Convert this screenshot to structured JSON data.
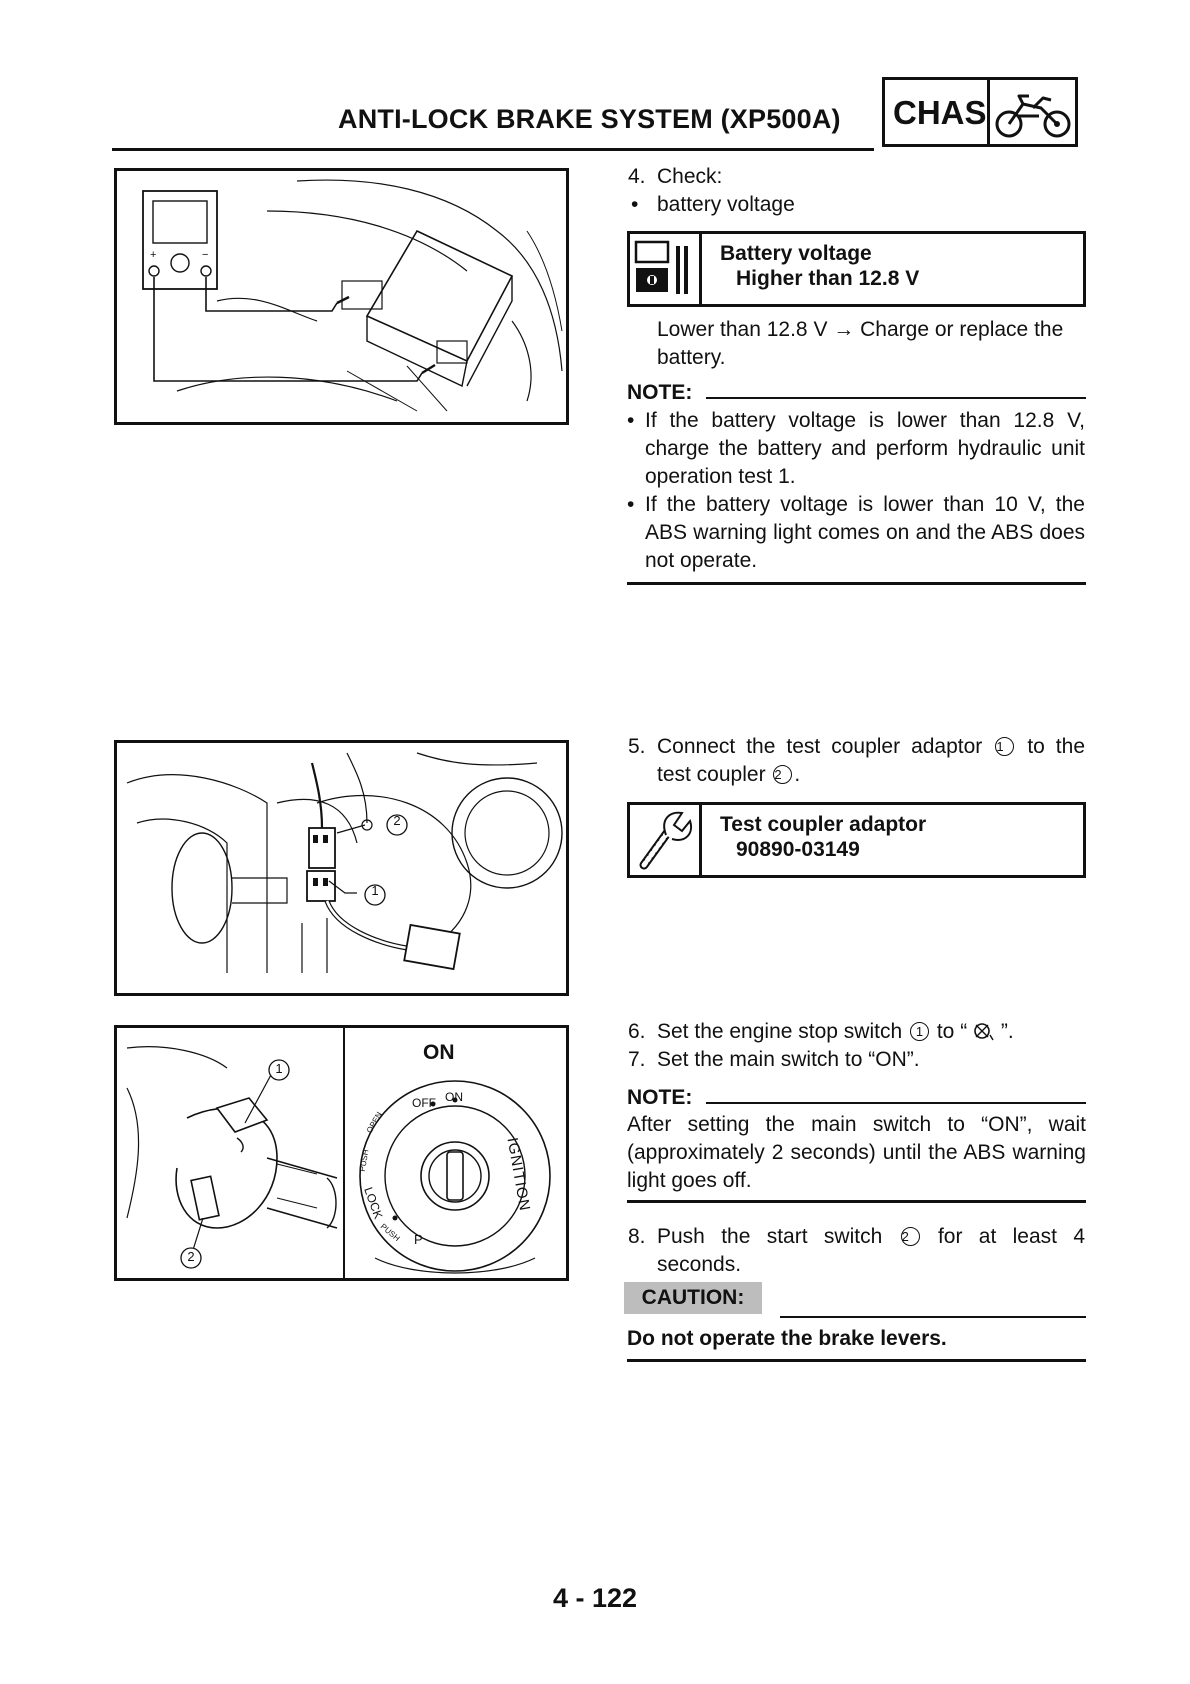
{
  "header": {
    "title": "ANTI-LOCK BRAKE SYSTEM (XP500A)",
    "section": "CHAS",
    "section_icon": "motorcycle-icon"
  },
  "step4": {
    "number": "4.",
    "label": "Check:",
    "bullet": "battery voltage",
    "spec_title": "Battery voltage",
    "spec_value": "Higher than 12.8 V",
    "spec_icon": "multimeter-icon",
    "result_a": "Lower than 12.8 V",
    "result_arrow": "→",
    "result_b": "Charge or replace the battery."
  },
  "note1": {
    "label": "NOTE:",
    "items": [
      "If the battery voltage is lower than 12.8 V, charge the battery and perform hydraulic unit operation test 1.",
      "If the battery voltage is lower than 10 V, the ABS warning light comes on and the ABS does not operate."
    ]
  },
  "step5": {
    "number": "5.",
    "text_a": "Connect the test coupler adaptor",
    "ref1": "1",
    "text_b": "to the test coupler",
    "ref2": "2",
    "text_c": ".",
    "spec_title": "Test coupler adaptor",
    "spec_value": "90890-03149",
    "spec_icon": "special-tool-icon"
  },
  "step6": {
    "number": "6.",
    "text_a": "Set the engine stop switch",
    "ref": "1",
    "text_b": "to “",
    "text_c": "”."
  },
  "step7": {
    "number": "7.",
    "text": "Set the main switch to “ON”."
  },
  "note2": {
    "label": "NOTE:",
    "text": "After setting the main switch to “ON”, wait (approximately 2 seconds) until the ABS warning light goes off."
  },
  "step8": {
    "number": "8.",
    "text_a": "Push the start switch",
    "ref": "2",
    "text_b": "for at least 4 seconds."
  },
  "caution": {
    "label": "CAUTION:",
    "text": "Do not operate the brake levers."
  },
  "figure1": {
    "plus": "+",
    "minus": "−"
  },
  "figure2": {
    "callout1": "1",
    "callout2": "2"
  },
  "figure3": {
    "callout1": "1",
    "callout2": "2",
    "on_label": "ON",
    "ring_off": "OFF",
    "ring_on": "ON",
    "ring_ignition": "IGNITION",
    "ring_lock": "LOCK",
    "ring_push1": "PUSH",
    "ring_open": "OPEN",
    "ring_push2": "PUSH",
    "ring_p": "P"
  },
  "page_number": "4 - 122"
}
